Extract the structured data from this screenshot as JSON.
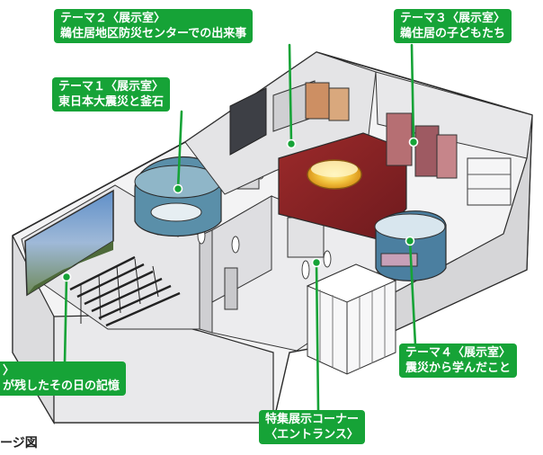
{
  "labels": {
    "theme2": {
      "line1": "テーマ２〈展示室〉",
      "line2": "鵜住居地区防災センターでの出来事"
    },
    "theme3": {
      "line1": "テーマ３〈展示室〉",
      "line2": "鵜住居の子どもたち"
    },
    "theme1": {
      "line1": "テーマ１〈展示室〉",
      "line2": "東日本大震災と釜石"
    },
    "theme4": {
      "line1": "テーマ４〈展示室〉",
      "line2": "震災から学んだこと"
    },
    "theater": {
      "line1": "〉",
      "line2": "が残したその日の記憶"
    },
    "special": {
      "line1": "特集展示コーナー",
      "line2": "〈エントランス〉"
    }
  },
  "caption": "ージ図",
  "colors": {
    "label_bg": "#16a337",
    "leader": "#16a337",
    "label_text": "#ffffff"
  }
}
